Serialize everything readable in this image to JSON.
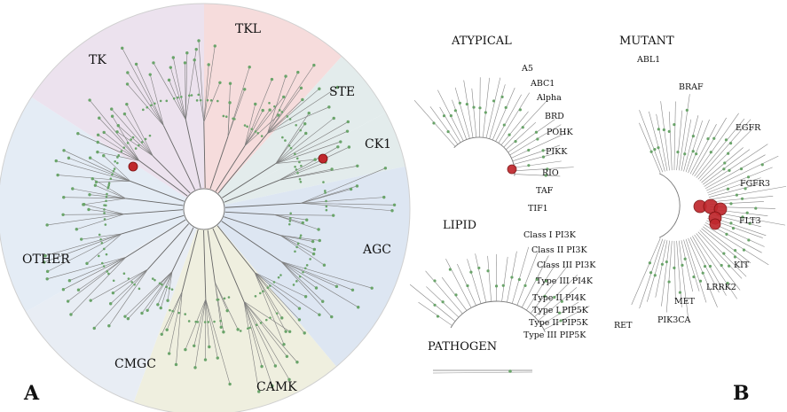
{
  "panel_a": {
    "letter": "A",
    "groups": [
      {
        "name": "TKL",
        "color": "#f6dcdc"
      },
      {
        "name": "STE",
        "color": "#e3ecec"
      },
      {
        "name": "CK1",
        "color": "#e3ecec"
      },
      {
        "name": "AGC",
        "color": "#dde6f2"
      },
      {
        "name": "CAMK",
        "color": "#efefdf"
      },
      {
        "name": "CMGC",
        "color": "#e8edf4"
      },
      {
        "name": "OTHER",
        "color": "#e4ecf5"
      },
      {
        "name": "TK",
        "color": "#ece2ee"
      }
    ],
    "highlight_color": "#c0282d",
    "node_color": "#6aa46a"
  },
  "panel_b": {
    "letter": "B",
    "atypical": {
      "title": "ATYPICAL",
      "leaves": [
        "A5",
        "ABC1",
        "Alpha",
        "BRD",
        "POHK",
        "PIKK",
        "RIO",
        "TAF",
        "TIF1"
      ]
    },
    "lipid": {
      "title": "LIPID",
      "leaves": [
        "Class I PI3K",
        "Class II PI3K",
        "Class III PI3K",
        "Type III PI4K",
        "Type II PI4K",
        "Type I PIP5K",
        "Type II PIP5K",
        "Type III PIP5K"
      ]
    },
    "pathogen": {
      "title": "PATHOGEN"
    },
    "mutant": {
      "title": "MUTANT",
      "leaves": [
        "ABL1",
        "BRAF",
        "EGFR",
        "FGFR3",
        "FLT3",
        "KIT",
        "LRRK2",
        "MET",
        "PIK3CA",
        "RET"
      ]
    }
  }
}
